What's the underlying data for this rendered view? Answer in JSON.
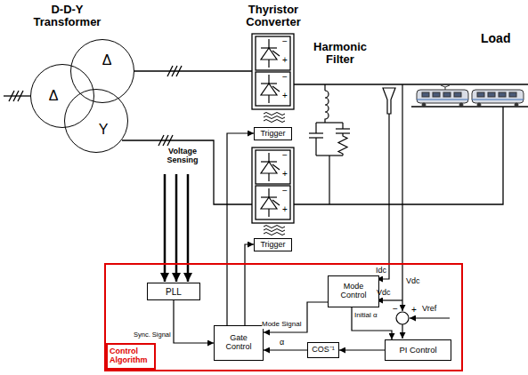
{
  "diagram": {
    "nodes": [
      {
        "text": [
          "Δ"
        ]
      },
      {
        "text": [
          "Δ"
        ]
      },
      {
        "text": [
          "Y"
        ]
      },
      {
        "text": [
          "Trigger"
        ]
      },
      {
        "text": [
          "Trigger"
        ]
      },
      {
        "text": [
          "Control Algorithm"
        ]
      },
      {
        "text": [
          "PLL"
        ],
        "in": 5
      },
      {
        "text": [
          "Mode Control"
        ],
        "in": 5
      },
      {
        "text": [
          "Gate Control"
        ],
        "in": 5
      },
      {
        "text": [
          "COS⁻¹"
        ],
        "in": 5
      },
      {
        "text": [
          "PI Control"
        ],
        "in": 5
      }
    ],
    "edges": [
      {
        "from": 8,
        "to": 3,
        "arrow": "to"
      },
      {
        "from": 8,
        "to": 4,
        "arrow": "to"
      },
      {
        "from": 6,
        "to": 8,
        "label": "Sync. Signal",
        "arrow": "to"
      },
      {
        "from": 7,
        "to": 8,
        "label": "Mode Signal",
        "arrow": "to"
      },
      {
        "from": 7,
        "to": 10,
        "label": "Initial α",
        "arrow": "to"
      },
      {
        "from": 10,
        "to": 9,
        "arrow": "to"
      },
      {
        "from": 9,
        "to": 8,
        "label": "α",
        "arrow": "to"
      }
    ],
    "labels": [
      "D-D-Y Transformer",
      "Thyristor Converter",
      "Harmonic Filter",
      "Load",
      "Voltage Sensing",
      "−",
      "+",
      "−",
      "+",
      "−",
      "+",
      "−",
      "+",
      "Idc",
      "Vdc",
      "Vdc",
      "−",
      "+",
      "Vref"
    ]
  }
}
